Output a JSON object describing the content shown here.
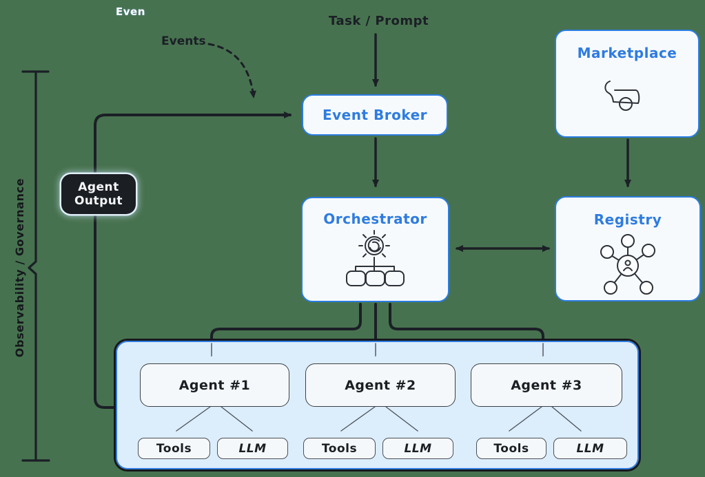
{
  "canvas": {
    "background": "#47724F",
    "accent_blue": "#2b7de1",
    "ink": "#1b1f26",
    "container_fill": "#dcedfb",
    "node_fill": "#f7fafd",
    "agent_output_fill": "#1b1e23"
  },
  "labels": {
    "even_ghost": "Even",
    "events": "Events",
    "task_prompt": "Task / Prompt",
    "observability": "Observability / Governance"
  },
  "nodes": {
    "event_broker": {
      "label": "Event Broker"
    },
    "marketplace": {
      "label": "Marketplace",
      "icon": "shopping-cart-icon"
    },
    "orchestrator": {
      "label": "Orchestrator",
      "icon": "gear-orgchart-icon"
    },
    "registry": {
      "label": "Registry",
      "icon": "network-hub-icon"
    },
    "agent_output": {
      "line1": "Agent",
      "line2": "Output"
    }
  },
  "agents": [
    {
      "name": "Agent #1",
      "children": [
        "Tools",
        "LLM"
      ]
    },
    {
      "name": "Agent #2",
      "children": [
        "Tools",
        "LLM"
      ]
    },
    {
      "name": "Agent #3",
      "children": [
        "Tools",
        "LLM"
      ]
    }
  ],
  "edges": [
    "task-prompt -> event-broker",
    "events -> event-broker (dashed)",
    "event-broker -> orchestrator",
    "marketplace -> registry",
    "orchestrator <-> registry",
    "orchestrator -> agent-1",
    "orchestrator -> agent-2",
    "orchestrator -> agent-3",
    "agents-container -> event-broker (agent output feedback)",
    "agent -> tools",
    "agent -> llm"
  ]
}
